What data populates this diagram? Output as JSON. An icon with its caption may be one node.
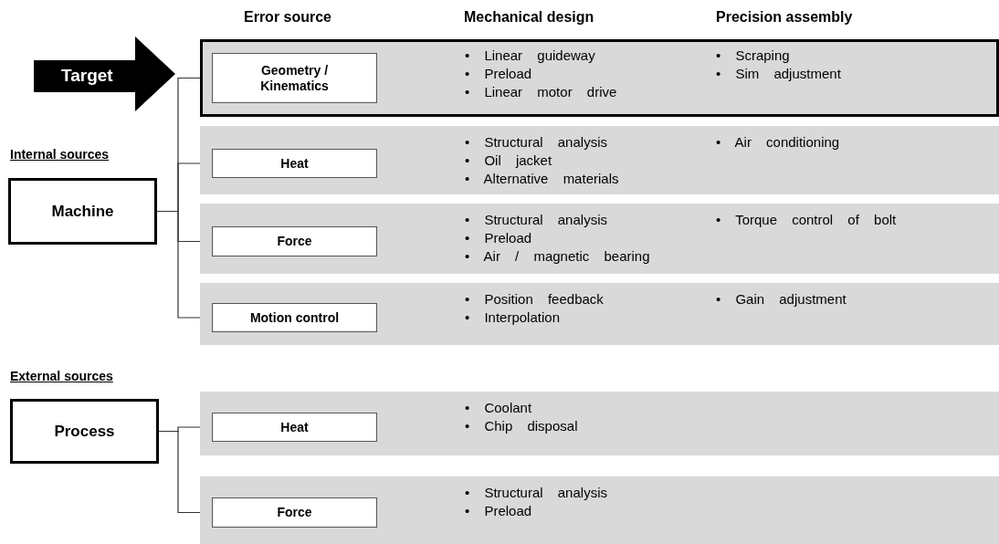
{
  "diagram": {
    "nodes": [
      {
        "text": [
          "Target"
        ]
      },
      {
        "text": [
          "Machine"
        ]
      },
      {
        "text": [
          "• Linear guideway",
          "• Preload",
          "• Linear motor drive",
          "• Scraping",
          "• Sim adjustment"
        ]
      },
      {
        "text": [
          "Geometry / Kinematics"
        ],
        "in": 2
      },
      {
        "text": [
          "• Structural analysis",
          "• Oil jacket",
          "• Alternative materials",
          "• Air conditioning"
        ]
      },
      {
        "text": [
          "Heat"
        ],
        "in": 4
      },
      {
        "text": [
          "• Structural analysis",
          "• Preload",
          "• Air / magnetic bearing",
          "• Torque control of bolt"
        ]
      },
      {
        "text": [
          "Force"
        ],
        "in": 6
      },
      {
        "text": [
          "• Position feedback",
          "• Interpolation",
          "• Gain adjustment"
        ]
      },
      {
        "text": [
          "Motion control"
        ],
        "in": 8
      },
      {
        "text": [
          "Process"
        ]
      },
      {
        "text": [
          "• Coolant",
          "• Chip disposal"
        ]
      },
      {
        "text": [
          "Heat"
        ],
        "in": 11
      },
      {
        "text": [
          "• Structural analysis",
          "• Preload"
        ]
      },
      {
        "text": [
          "Force"
        ],
        "in": 13
      }
    ],
    "edges": [
      {
        "from": 1,
        "to": 3,
        "arrow": "none"
      },
      {
        "from": 1,
        "to": 5,
        "arrow": "none"
      },
      {
        "from": 1,
        "to": 7,
        "arrow": "none"
      },
      {
        "from": 1,
        "to": 9,
        "arrow": "none"
      },
      {
        "from": 10,
        "to": 12,
        "arrow": "none"
      },
      {
        "from": 10,
        "to": 14,
        "arrow": "none"
      }
    ],
    "labels": [
      "Error source",
      "Mechanical design",
      "Precision assembly",
      "Internal sources",
      "External sources"
    ]
  }
}
